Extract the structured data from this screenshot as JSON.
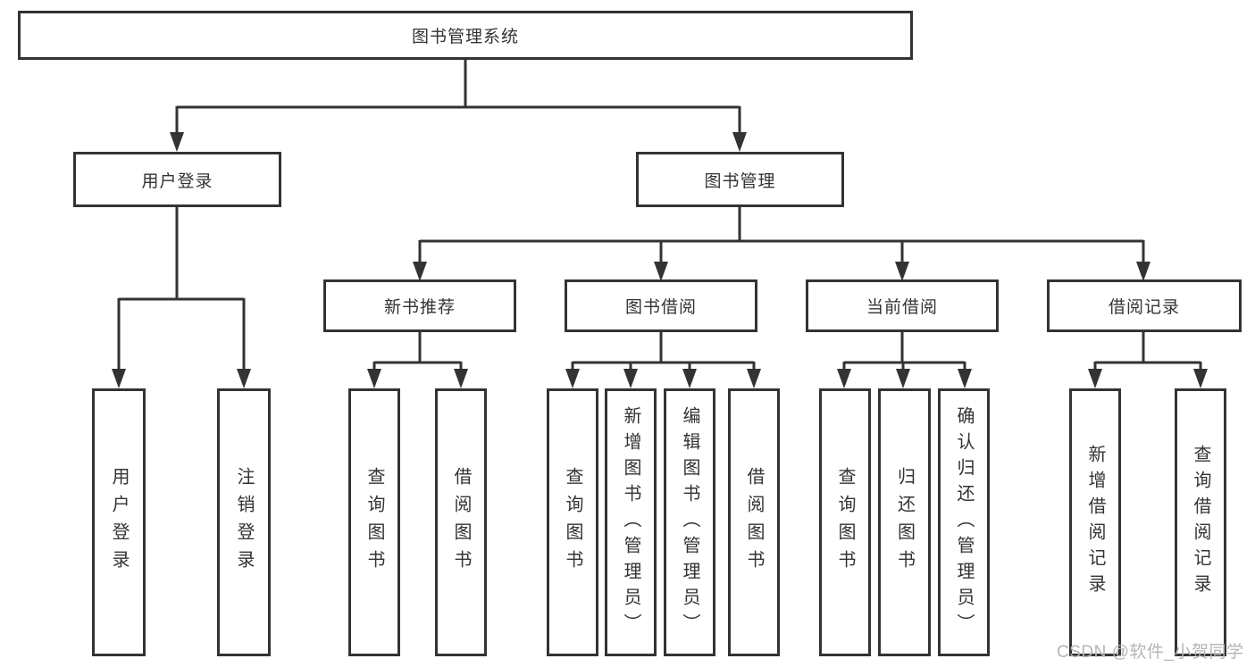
{
  "diagram": {
    "type": "hierarchy",
    "tree": {
      "label": "图书管理系统",
      "children": [
        {
          "label": "用户登录",
          "children": [
            {
              "label": "用户登录"
            },
            {
              "label": "注销登录"
            }
          ]
        },
        {
          "label": "图书管理",
          "children": [
            {
              "label": "新书推荐",
              "children": [
                {
                  "label": "查询图书"
                },
                {
                  "label": "借阅图书"
                }
              ]
            },
            {
              "label": "图书借阅",
              "children": [
                {
                  "label": "查询图书"
                },
                {
                  "label": "新增图书（管理员）"
                },
                {
                  "label": "编辑图书（管理员）"
                },
                {
                  "label": "借阅图书"
                }
              ]
            },
            {
              "label": "当前借阅",
              "children": [
                {
                  "label": "查询图书"
                },
                {
                  "label": "归还图书"
                },
                {
                  "label": "确认归还（管理员）"
                }
              ]
            },
            {
              "label": "借阅记录",
              "children": [
                {
                  "label": "新增借阅记录"
                },
                {
                  "label": "查询借阅记录"
                }
              ]
            }
          ]
        }
      ]
    },
    "colors": {
      "line": "#333333",
      "box_border": "#333333",
      "box_background": "#ffffff",
      "text": "#333333",
      "watermark": "#b5b5b5"
    }
  },
  "watermark": {
    "text": "CSDN @软件_小贺同学"
  }
}
